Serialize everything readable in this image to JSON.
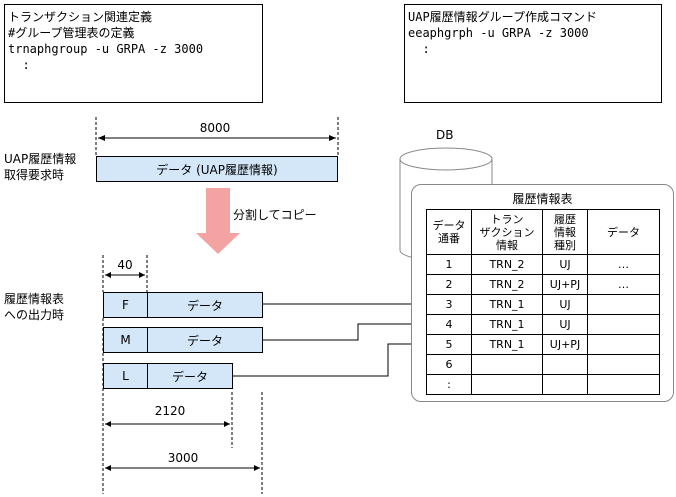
{
  "top_left_box": {
    "lines": [
      "トランザクション関連定義",
      "#グループ管理表の定義",
      "trnaphgroup -u GRPA -z 3000",
      "  :"
    ]
  },
  "top_right_box": {
    "lines": [
      "UAP履歴情報グループ作成コマンド",
      "eeaphgrph -u GRPA -z 3000",
      "  :"
    ]
  },
  "acquire": {
    "label_lines": [
      "UAP履歴情報",
      "取得要求時"
    ],
    "size": "8000",
    "bar_text": "データ (UAP履歴情報)"
  },
  "copy_label": "分割してコピー",
  "output": {
    "label_lines": [
      "履歴情報表",
      "への出力時"
    ],
    "header_size": "40",
    "rows": [
      {
        "flag": "F",
        "text": "データ"
      },
      {
        "flag": "M",
        "text": "データ"
      },
      {
        "flag": "L",
        "text": "データ"
      }
    ],
    "size_2120": "2120",
    "size_3000": "3000"
  },
  "db": {
    "label": "DB",
    "table_title": "履歴情報表",
    "headers": [
      [
        "データ",
        "通番"
      ],
      [
        "トラン",
        "ザクション",
        "情報"
      ],
      [
        "履歴",
        "情報",
        "種別"
      ],
      [
        "データ"
      ]
    ],
    "rows": [
      [
        "1",
        "TRN_2",
        "UJ",
        "…"
      ],
      [
        "2",
        "TRN_2",
        "UJ+PJ",
        "…"
      ],
      [
        "3",
        "TRN_1",
        "UJ",
        ""
      ],
      [
        "4",
        "TRN_1",
        "UJ",
        ""
      ],
      [
        "5",
        "TRN_1",
        "UJ+PJ",
        ""
      ],
      [
        "6",
        "",
        "",
        ""
      ],
      [
        ":",
        "",
        "",
        ""
      ]
    ]
  },
  "colors": {
    "bar_fill": "#d3e7f8",
    "copy_arrow": "#f4a3a3"
  }
}
